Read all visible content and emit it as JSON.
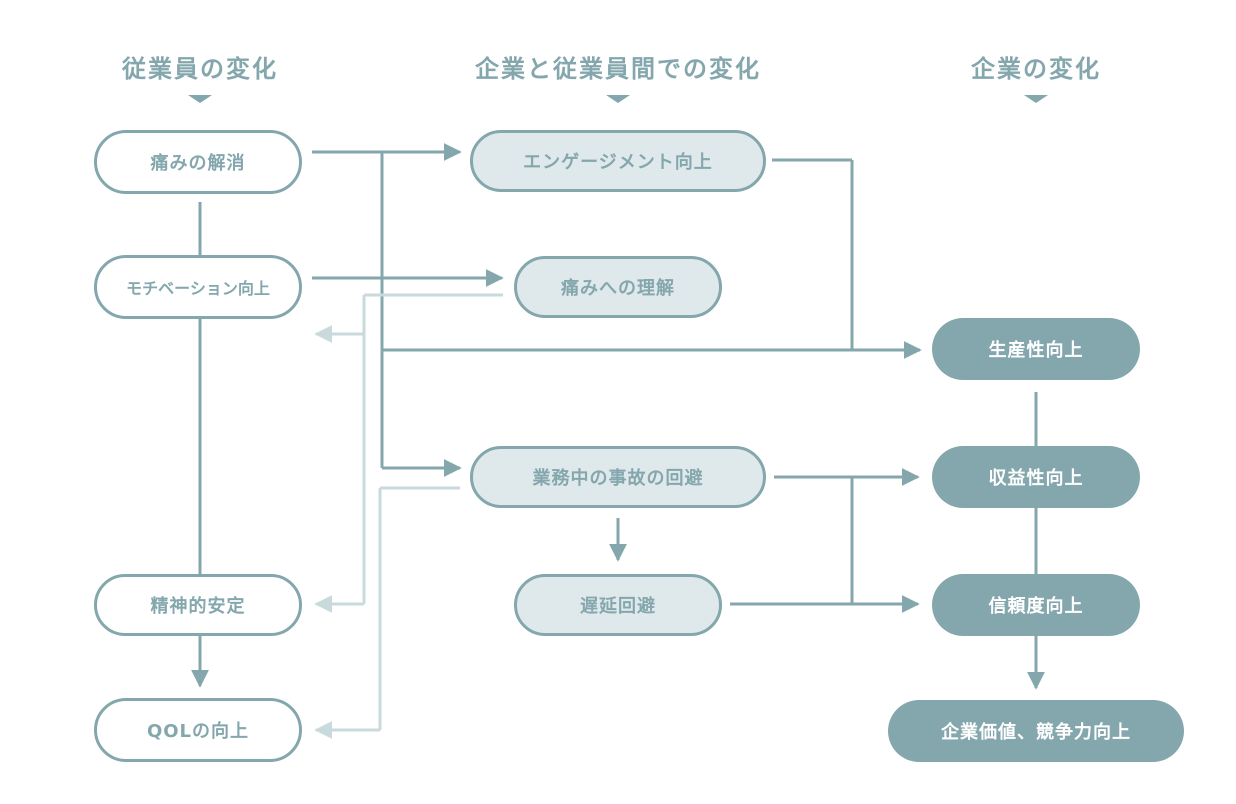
{
  "headers": {
    "employee": "従業員の変化",
    "between": "企業と従業員間での変化",
    "company": "企業の変化"
  },
  "employee_nodes": {
    "pain_relief": "痛みの解消",
    "motivation": "モチベーション向上",
    "mental_stability": "精神的安定",
    "qol": "QOLの向上"
  },
  "between_nodes": {
    "engagement": "エンゲージメント向上",
    "pain_understanding": "痛みへの理解",
    "accident_avoidance": "業務中の事故の回避",
    "delay_avoidance": "遅延回避"
  },
  "company_nodes": {
    "productivity": "生産性向上",
    "profitability": "収益性向上",
    "reliability": "信頼度向上",
    "value": "企業価値、競争力向上"
  },
  "colors": {
    "primary": "#84a7ad",
    "light_fill": "#dfe8ea",
    "faded_line": "#c9dadd"
  }
}
